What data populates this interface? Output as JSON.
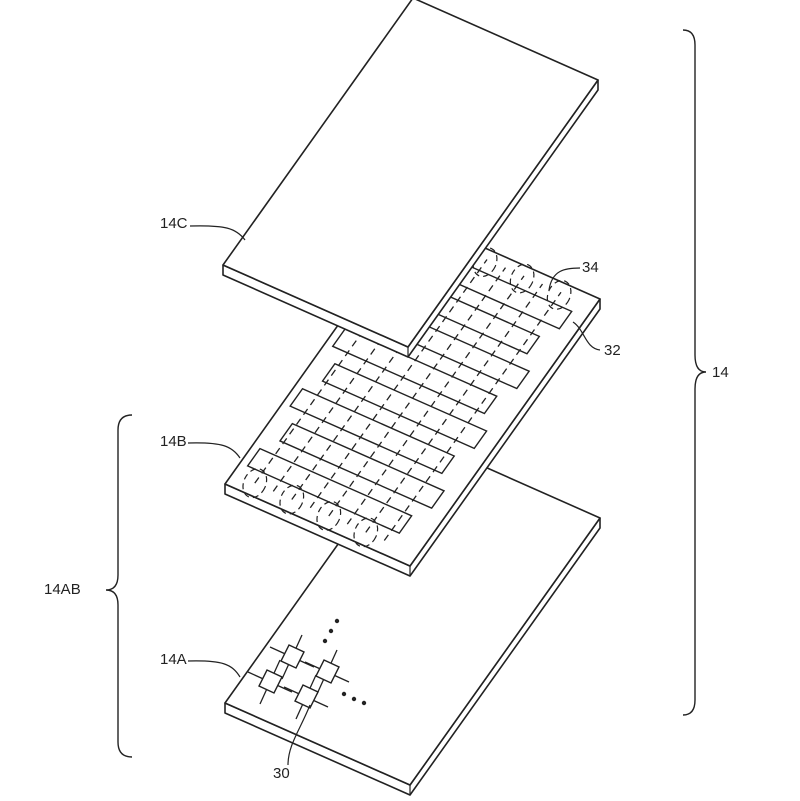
{
  "labels": {
    "stack": "14",
    "cover": "14C",
    "touch": "14B",
    "display_group": "14AB",
    "display": "14A",
    "pixels": "30",
    "electrode_cols": "34",
    "electrode_rows": "32"
  },
  "colors": {
    "line": "#222222",
    "fill": "#ffffff"
  }
}
